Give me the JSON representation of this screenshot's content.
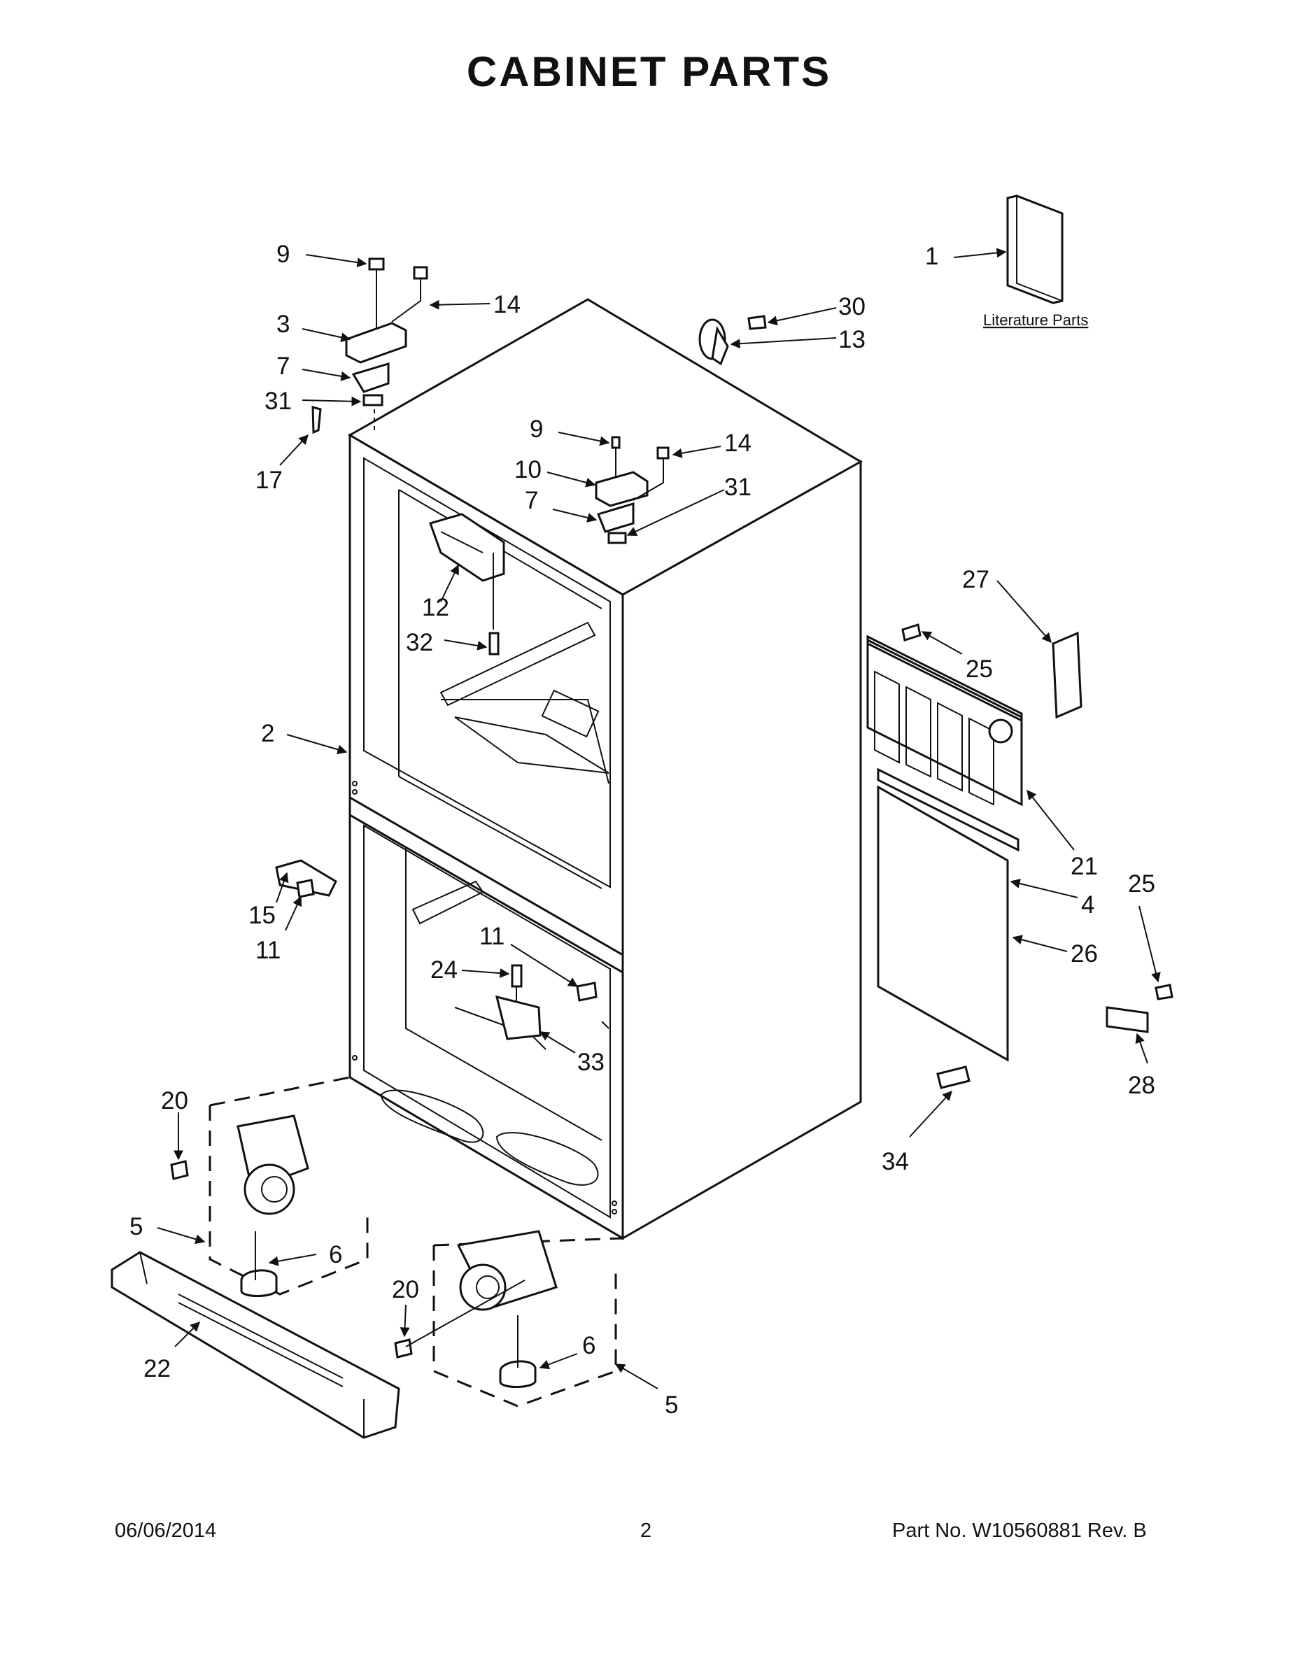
{
  "title": "CABINET PARTS",
  "literature_label": "Literature Parts",
  "footer": {
    "date": "06/06/2014",
    "page": "2",
    "part_number": "Part No.  W10560881  Rev.  B"
  },
  "callouts": {
    "c1": "1",
    "c2": "2",
    "c3": "3",
    "c4": "4",
    "c5a": "5",
    "c5b": "5",
    "c6a": "6",
    "c6b": "6",
    "c7a": "7",
    "c7b": "7",
    "c9a": "9",
    "c9b": "9",
    "c10": "10",
    "c11a": "11",
    "c11b": "11",
    "c12": "12",
    "c13": "13",
    "c14a": "14",
    "c14b": "14",
    "c15": "15",
    "c17": "17",
    "c20a": "20",
    "c20b": "20",
    "c21": "21",
    "c22": "22",
    "c24": "24",
    "c25a": "25",
    "c25b": "25",
    "c26": "26",
    "c27": "27",
    "c28": "28",
    "c30": "30",
    "c31a": "31",
    "c31b": "31",
    "c32": "32",
    "c33": "33",
    "c34": "34"
  }
}
